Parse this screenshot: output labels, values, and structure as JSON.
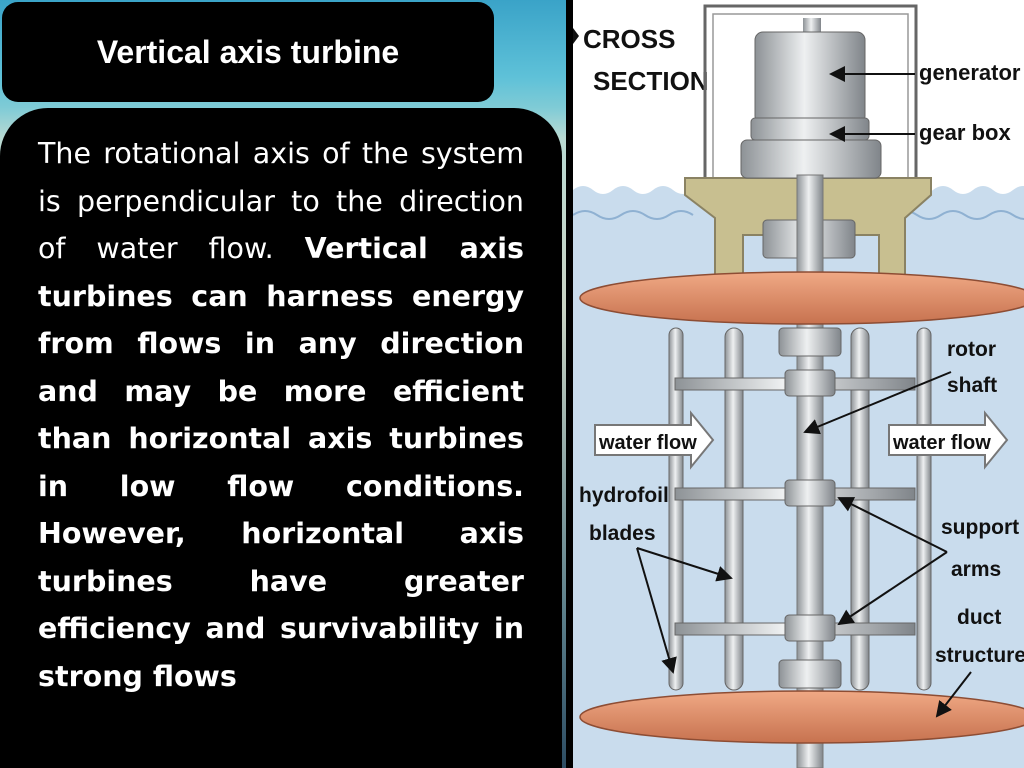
{
  "slide": {
    "title": "Vertical axis turbine",
    "body_regular": "The rotational axis of the system is perpendicular to the direction of water flow.",
    "body_bold": "Vertical axis turbines can harness energy from flows in any direction and may be more efficient than horizontal axis turbines in low flow conditions. However, horizontal axis turbines have greater efficiency and survivability in strong flows"
  },
  "diagram": {
    "heading_line1": "CROSS",
    "heading_line2": "SECTION",
    "labels": {
      "generator": "generator",
      "gear_box": "gear box",
      "rotor_line1": "rotor",
      "rotor_line2": "shaft",
      "water_flow_left": "water flow",
      "water_flow_right": "water flow",
      "hydrofoil_line1": "hydrofoil",
      "hydrofoil_line2": "blades",
      "support_line1": "support",
      "support_line2": "arms",
      "duct_line1": "duct",
      "duct_line2": "structure"
    },
    "colors": {
      "water": "#c9dced",
      "duct": "#d98c6a",
      "housing": "#c8bf90",
      "metal": "#cfd3d6"
    }
  }
}
